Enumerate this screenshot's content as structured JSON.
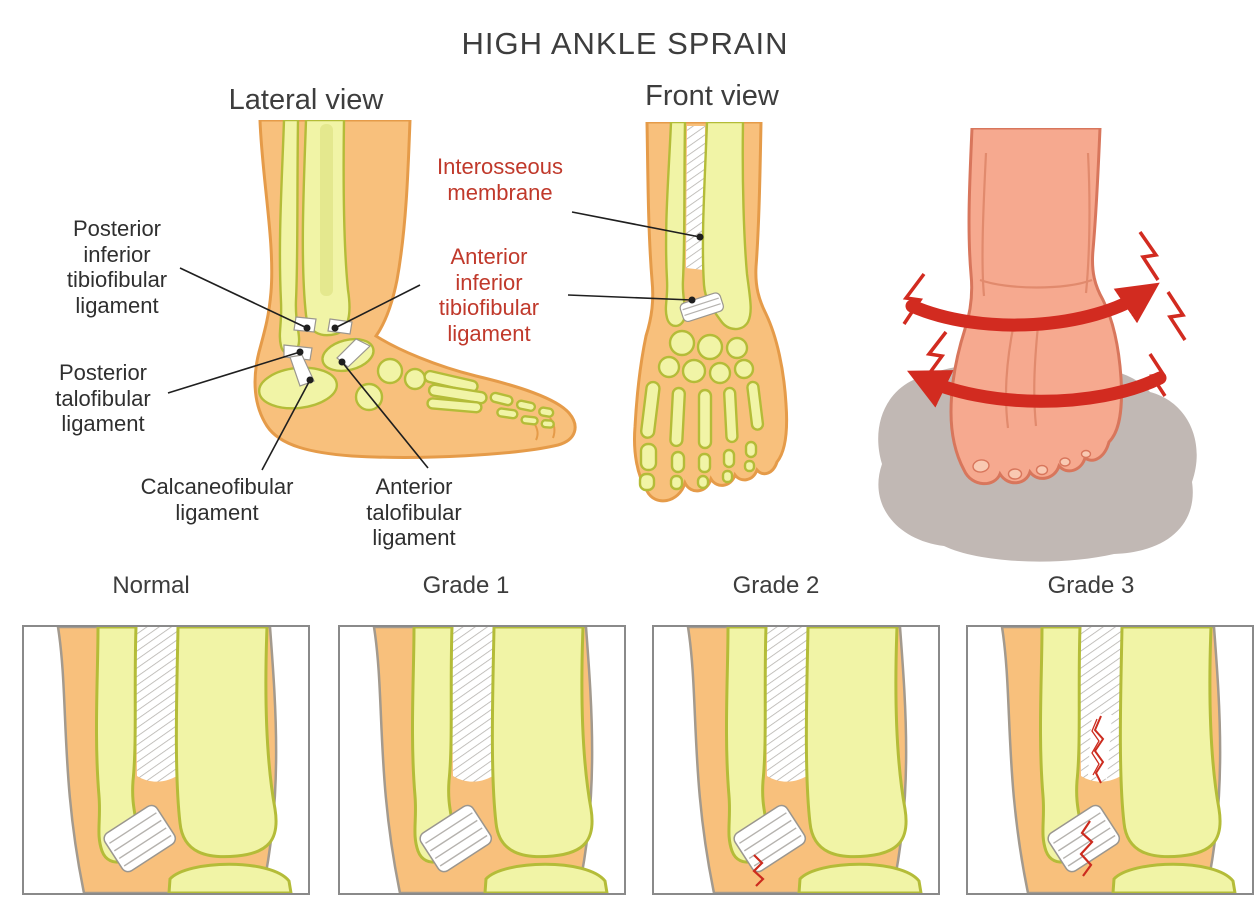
{
  "title": "HIGH ANKLE SPRAIN",
  "views": {
    "lateral_label": "Lateral view",
    "front_label": "Front view"
  },
  "annotations": {
    "posterior_inferior_tibiofibular": "Posterior\ninferior\ntibiofibular\nligament",
    "posterior_talofibular": "Posterior\ntalofibular\nligament",
    "calcaneofibular": "Calcaneofibular\nligament",
    "anterior_talofibular": "Anterior\ntalofibular\nligament",
    "interosseous_membrane": "Interosseous\nmembrane",
    "anterior_inferior_tibiofibular": "Anterior\ninferior\ntibiofibular\nligament"
  },
  "grades": {
    "normal": "Normal",
    "grade1": "Grade 1",
    "grade2": "Grade 2",
    "grade3": "Grade 3"
  },
  "colors": {
    "label_red": "#c0392b",
    "arrow_red": "#d22b20",
    "tear_red": "#cc2b1e",
    "skin_orange": "#f8c07c",
    "skin_outline": "#e59b49",
    "bone_yellow": "#f1f4a6",
    "bone_outline": "#b4bc38",
    "foot_pink": "#f6a98f",
    "foot_outline": "#d8765c",
    "shadow_gray": "#c1b8b4",
    "panel_border": "#8a8a8a",
    "text_dark": "#3d3d3d"
  }
}
